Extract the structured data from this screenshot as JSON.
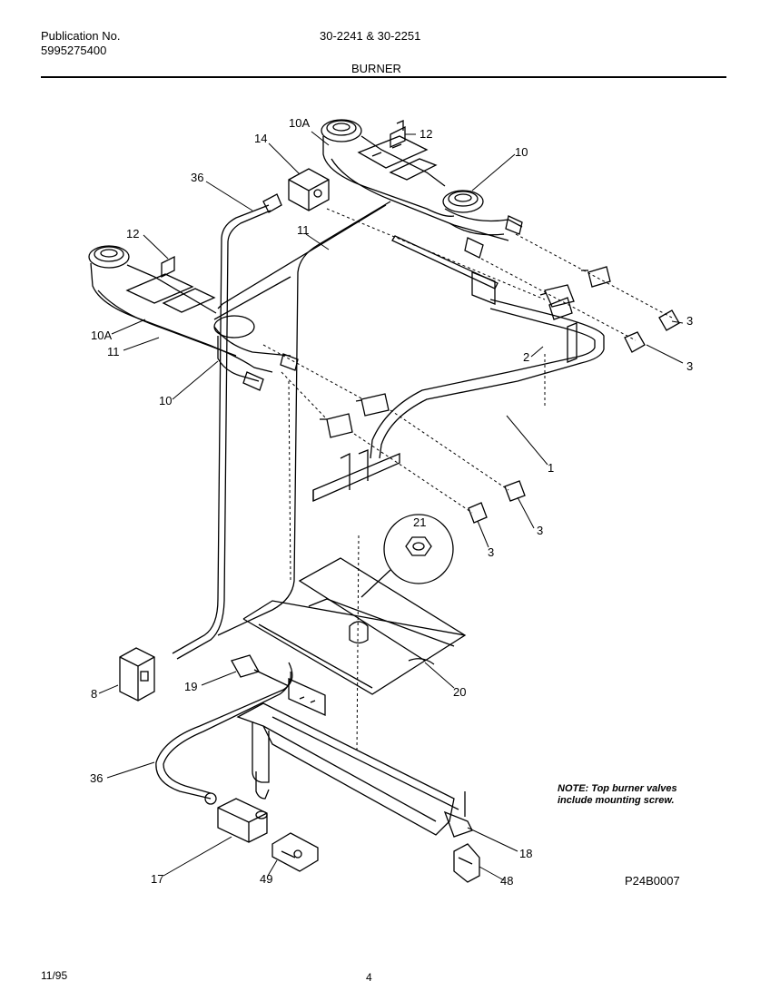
{
  "header": {
    "publication_label": "Publication No.",
    "publication_number": "5995275400",
    "models": "30-2241 & 30-2251",
    "section_title": "BURNER"
  },
  "callouts": {
    "c10a_top": "10A",
    "c12_top": "12",
    "c14": "14",
    "c10_top": "10",
    "c36_top": "36",
    "c11_top": "11",
    "c12_left": "12",
    "c10a_left": "10A",
    "c11_left": "11",
    "c10_left": "10",
    "c3_a": "3",
    "c3_b": "3",
    "c2": "2",
    "c1": "1",
    "c3_c": "3",
    "c3_d": "3",
    "c21": "21",
    "c8": "8",
    "c19": "19",
    "c20": "20",
    "c36_bottom": "36",
    "c18": "18",
    "c17": "17",
    "c49": "49",
    "c48": "48"
  },
  "note": "NOTE: Top burner valves include mounting screw.",
  "diagram_code": "P24B0007",
  "footer": {
    "date": "11/95",
    "page": "4"
  }
}
